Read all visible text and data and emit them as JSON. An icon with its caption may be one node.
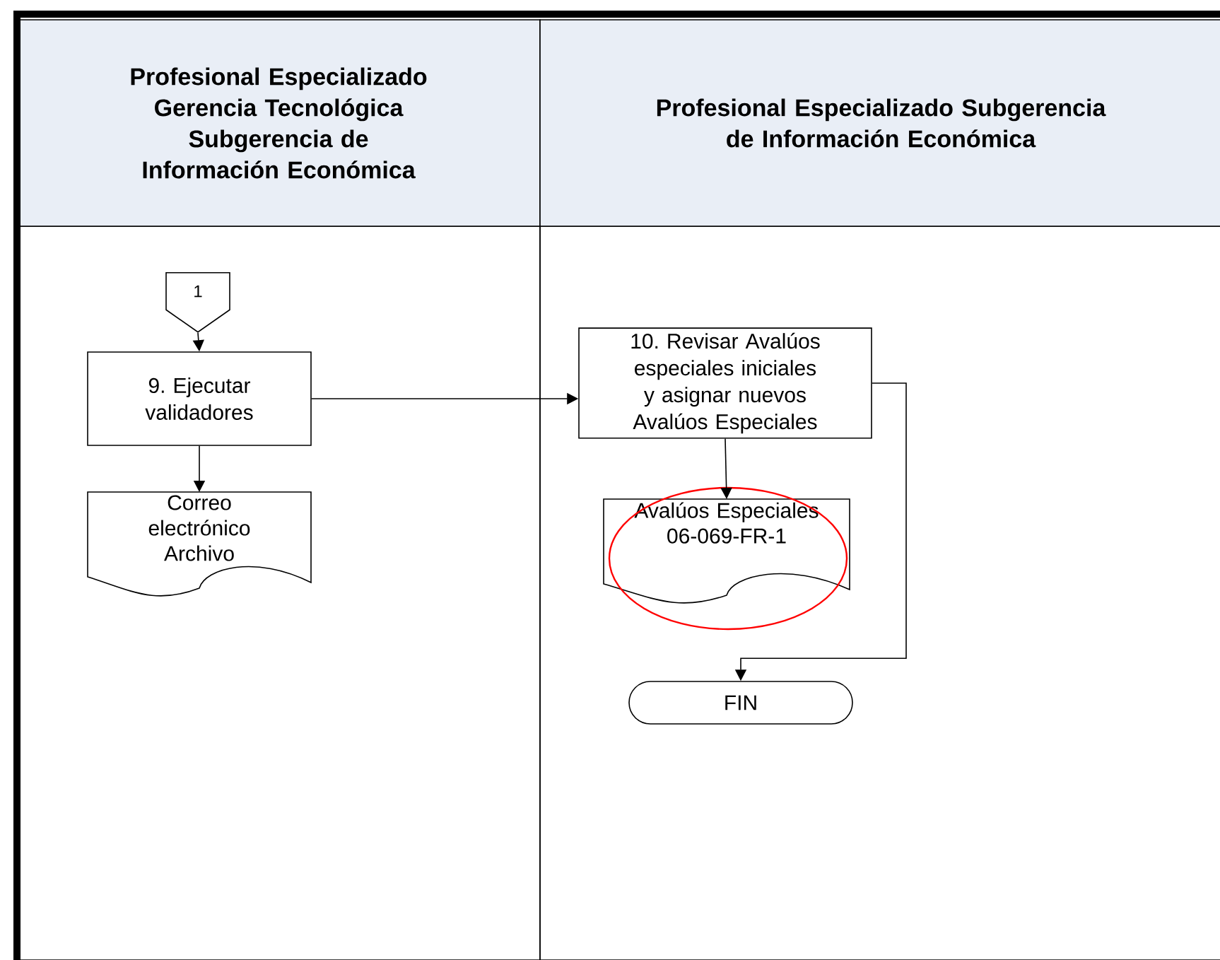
{
  "diagram": {
    "nodes": [
      {
        "text": [
          "Profesional Especializado Gerencia Tecnológica Subgerencia de Información Económica"
        ]
      },
      {
        "text": [
          "Profesional Especializado Subgerencia de Información Económica"
        ]
      },
      {
        "text": [
          "1"
        ]
      },
      {
        "text": [
          "9. Ejecutar validadores"
        ]
      },
      {
        "text": [
          "Correo electrónico Archivo"
        ]
      },
      {
        "text": [
          "10. Revisar Avalúos especiales iniciales y asignar nuevos Avalúos Especiales"
        ]
      },
      {
        "text": [
          "Avalúos Especiales 06-069-FR-1"
        ]
      },
      {
        "text": [
          "FIN"
        ]
      }
    ],
    "edges": [
      {
        "from": 2,
        "to": 3,
        "arrow": "to"
      },
      {
        "from": 3,
        "to": 4,
        "arrow": "to"
      },
      {
        "from": 3,
        "to": 5,
        "arrow": "to"
      },
      {
        "from": 5,
        "to": 6,
        "arrow": "to"
      },
      {
        "from": 5,
        "to": 7,
        "arrow": "to"
      }
    ]
  }
}
